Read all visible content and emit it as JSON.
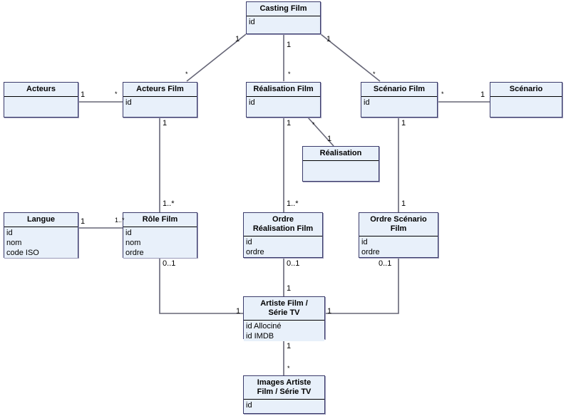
{
  "diagram": {
    "title": "Casting / Artiste ER diagram",
    "colors": {
      "box_fill": "#e8f0fa",
      "box_border": "#3b3b6b",
      "line": "#666677",
      "text": "#000000",
      "background": "#ffffff"
    },
    "entities": [
      {
        "id": "casting-film",
        "title": "Casting Film",
        "attributes": [
          "id"
        ]
      },
      {
        "id": "acteurs",
        "title": "Acteurs",
        "attributes": []
      },
      {
        "id": "acteurs-film",
        "title": "Acteurs Film",
        "attributes": [
          "id"
        ]
      },
      {
        "id": "realisation-film",
        "title": "Réalisation Film",
        "attributes": [
          "id"
        ]
      },
      {
        "id": "scenario-film",
        "title": "Scénario Film",
        "attributes": [
          "id"
        ]
      },
      {
        "id": "scenario",
        "title": "Scénario",
        "attributes": []
      },
      {
        "id": "realisation",
        "title": "Réalisation",
        "attributes": []
      },
      {
        "id": "langue",
        "title": "Langue",
        "attributes": [
          "id",
          "nom",
          "code ISO"
        ]
      },
      {
        "id": "role-film",
        "title": "Rôle Film",
        "attributes": [
          "id",
          "nom",
          "ordre"
        ]
      },
      {
        "id": "ordre-realisation-film",
        "title": "Ordre\nRéalisation Film",
        "attributes": [
          "id",
          "ordre"
        ]
      },
      {
        "id": "ordre-scenario-film",
        "title": "Ordre Scénario\nFilm",
        "attributes": [
          "id",
          "ordre"
        ]
      },
      {
        "id": "artiste-film-serie-tv",
        "title": "Artiste Film /\nSérie TV",
        "attributes": [
          "id Allociné",
          "id IMDB"
        ]
      },
      {
        "id": "images-artiste-film-serie-tv",
        "title": "Images Artiste\nFilm / Série TV",
        "attributes": [
          "id"
        ]
      }
    ],
    "multiplicities": [
      {
        "id": "m01",
        "label": "1"
      },
      {
        "id": "m02",
        "label": "1"
      },
      {
        "id": "m03",
        "label": "1"
      },
      {
        "id": "m04",
        "label": "*"
      },
      {
        "id": "m05",
        "label": "*"
      },
      {
        "id": "m06",
        "label": "*"
      },
      {
        "id": "m07",
        "label": "1"
      },
      {
        "id": "m08",
        "label": "*"
      },
      {
        "id": "m09",
        "label": "*"
      },
      {
        "id": "m10",
        "label": "1"
      },
      {
        "id": "m11",
        "label": "1"
      },
      {
        "id": "m12",
        "label": "*"
      },
      {
        "id": "m13",
        "label": "1"
      },
      {
        "id": "m14",
        "label": "1"
      },
      {
        "id": "m15",
        "label": "1"
      },
      {
        "id": "m16",
        "label": "1"
      },
      {
        "id": "m17",
        "label": "1..*"
      },
      {
        "id": "m18",
        "label": "1..*"
      },
      {
        "id": "m19",
        "label": "1..*"
      },
      {
        "id": "m20",
        "label": "1"
      },
      {
        "id": "m21",
        "label": "*"
      },
      {
        "id": "m22",
        "label": "0..1"
      },
      {
        "id": "m23",
        "label": "0..1"
      },
      {
        "id": "m24",
        "label": "0..1"
      },
      {
        "id": "m25",
        "label": "1"
      },
      {
        "id": "m26",
        "label": "1"
      },
      {
        "id": "m27",
        "label": "1"
      },
      {
        "id": "m28",
        "label": "1"
      },
      {
        "id": "m29",
        "label": "*"
      }
    ]
  }
}
